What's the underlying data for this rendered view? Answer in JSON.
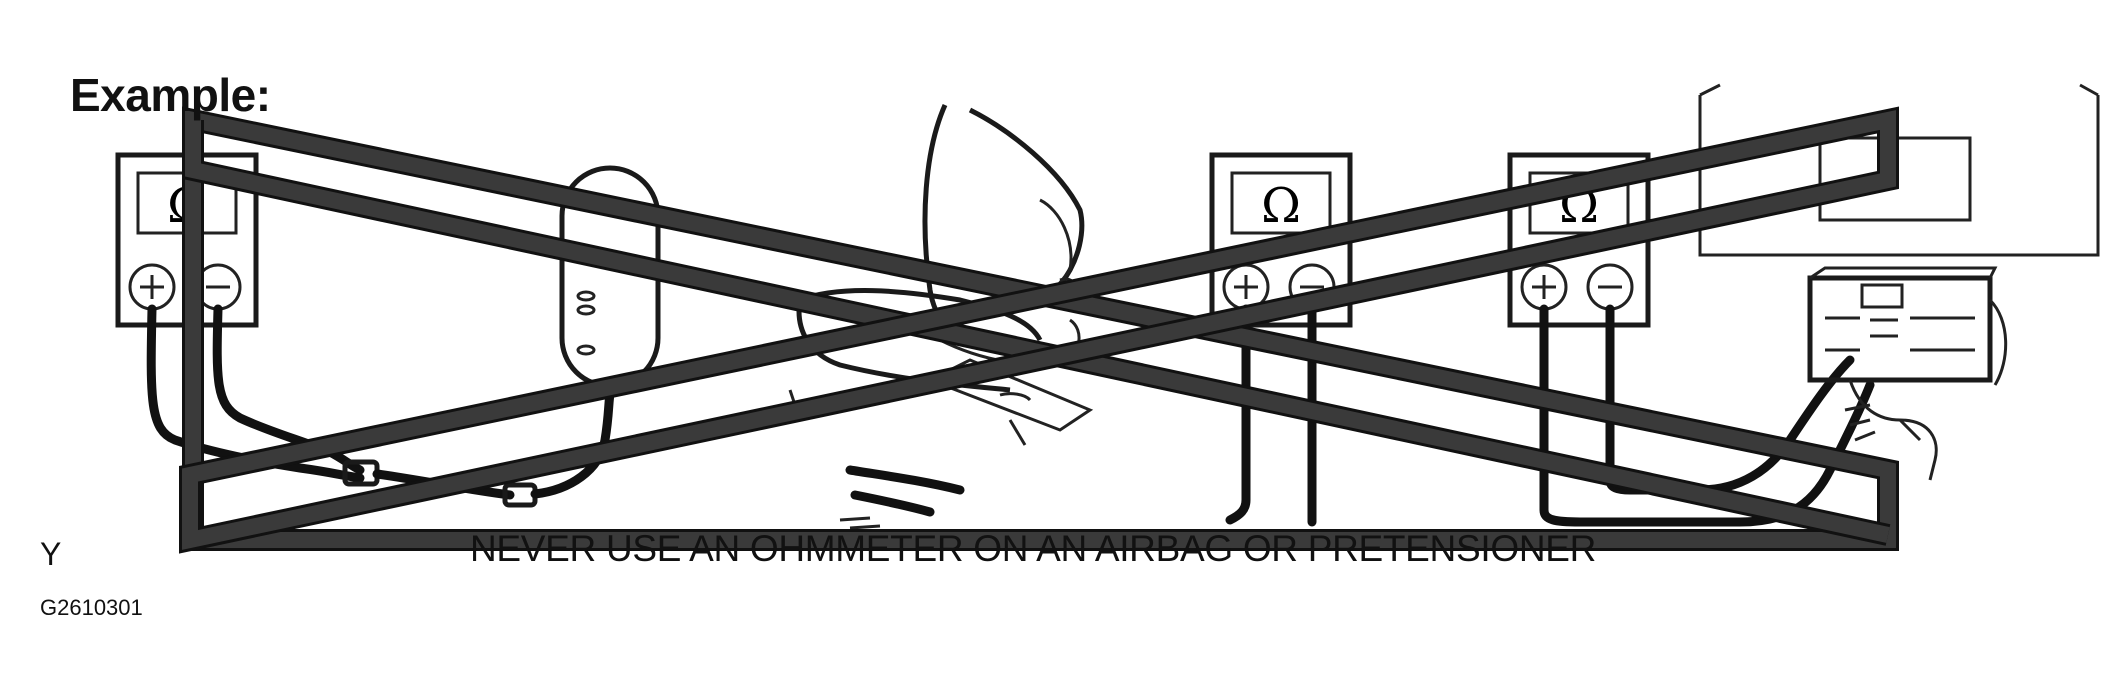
{
  "labels": {
    "example": "Example:",
    "warning": "NEVER USE AN OHMMETER ON AN AIRBAG OR PRETENSIONER",
    "corner_letter": "Y",
    "figure_code": "G2610301"
  },
  "meter": {
    "display_symbol": "Ω",
    "plus_symbol": "+",
    "minus_symbol": "−"
  },
  "colors": {
    "line": "#111111",
    "cross_band": "#3a3a3a",
    "background": "#ffffff"
  }
}
